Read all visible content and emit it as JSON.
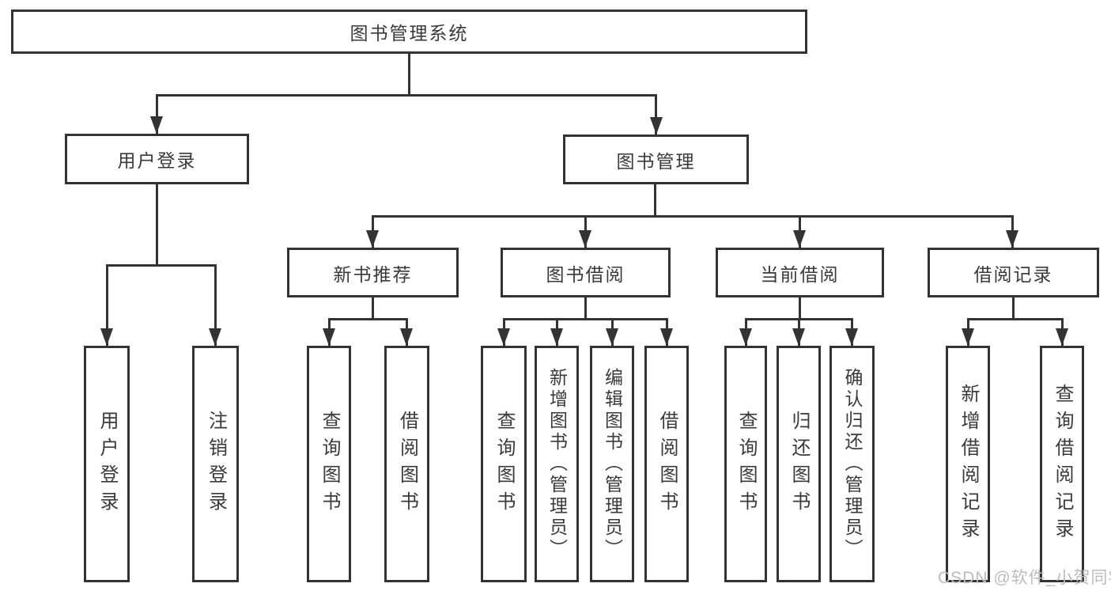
{
  "diagram": {
    "root": {
      "label": "图书管理系统"
    },
    "branches": [
      {
        "label": "用户登录",
        "children": [
          "用户登录",
          "注销登录"
        ]
      },
      {
        "label": "图书管理",
        "groups": [
          {
            "label": "新书推荐",
            "children": [
              "查询图书",
              "借阅图书"
            ]
          },
          {
            "label": "图书借阅",
            "children": [
              "查询图书",
              "新增图书（管理员）",
              "编辑图书（管理员）",
              "借阅图书"
            ]
          },
          {
            "label": "当前借阅",
            "children": [
              "查询图书",
              "归还图书",
              "确认归还（管理员）"
            ]
          },
          {
            "label": "借阅记录",
            "children": [
              "新增借阅记录",
              "查询借阅记录"
            ]
          }
        ]
      }
    ]
  },
  "watermark": "CSDN @软件_小贺同学",
  "colors": {
    "line": "#333333",
    "text": "#3a3a3a",
    "watermark": "#bcbcbc",
    "background": "#ffffff"
  }
}
